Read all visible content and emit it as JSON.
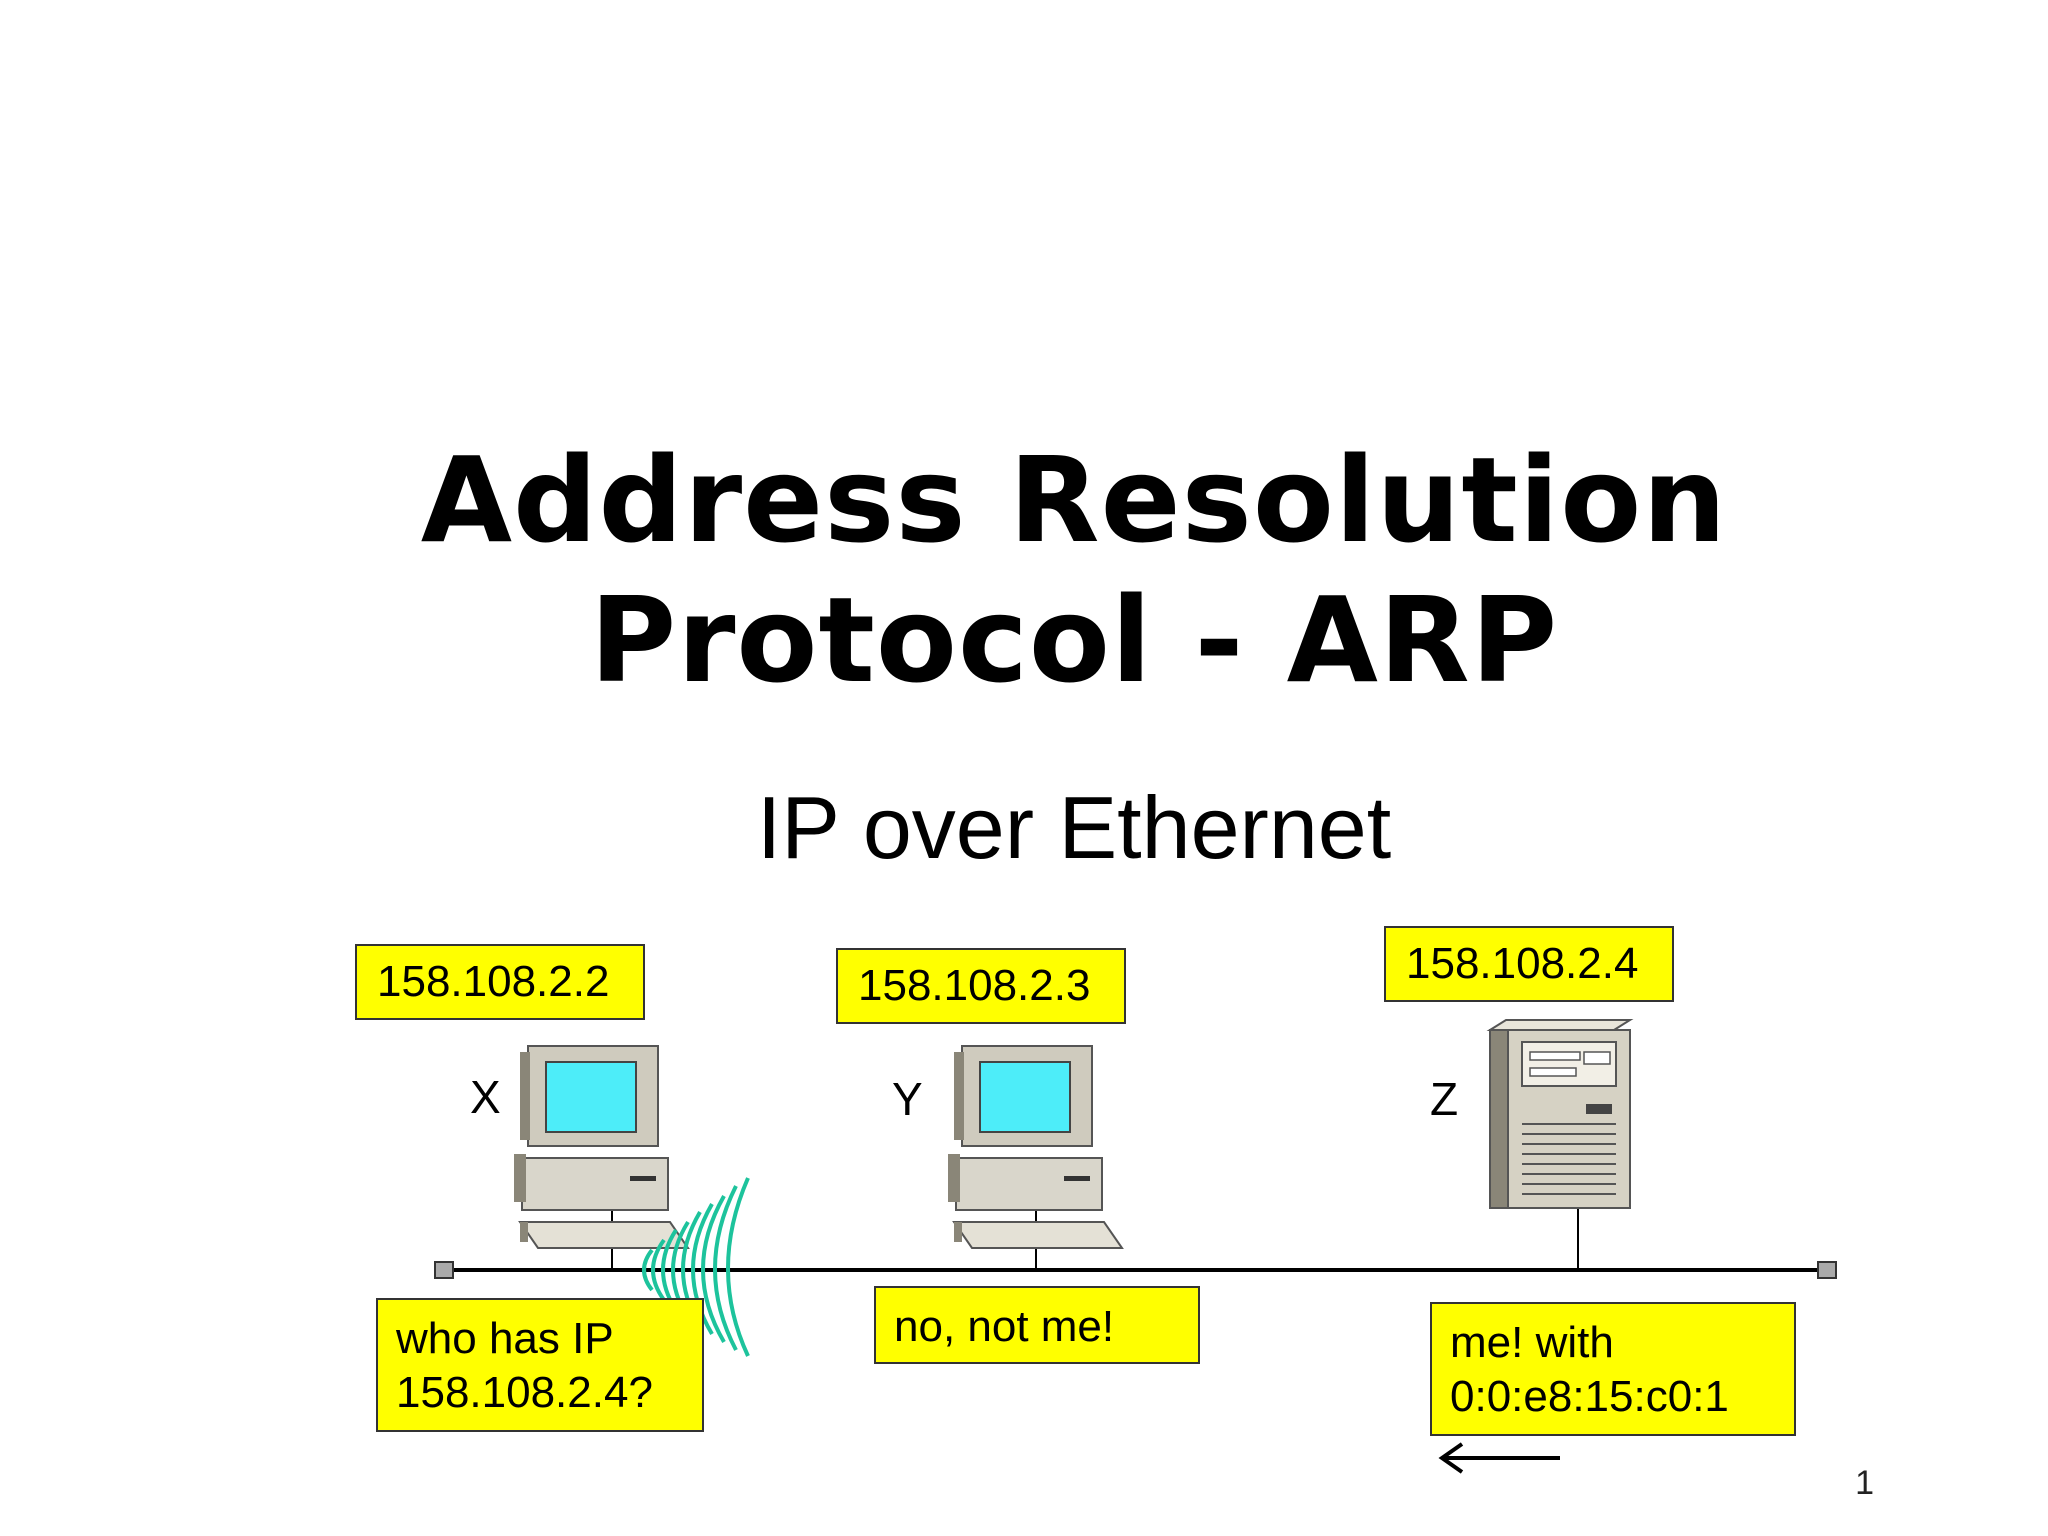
{
  "title": {
    "line1": "Address Resolution",
    "line2": "Protocol - ARP"
  },
  "subtitle": "IP over Ethernet",
  "hosts": [
    {
      "letter": "X",
      "ip": "158.108.2.2",
      "device": "desktop-computer-icon",
      "screen_color": "#4dedf9"
    },
    {
      "letter": "Y",
      "ip": "158.108.2.3",
      "device": "desktop-computer-icon",
      "screen_color": "#4dedf9"
    },
    {
      "letter": "Z",
      "ip": "158.108.2.4",
      "device": "server-tower-icon"
    }
  ],
  "messages": {
    "request": {
      "line1": "who has IP",
      "line2": "158.108.2.4?"
    },
    "reply_y": {
      "line1": "no, not me!"
    },
    "reply_z": {
      "line1": "me! with",
      "line2": "0:0:e8:15:c0:1"
    }
  },
  "signal_color": "#1dc39c",
  "label_color": "#ffff00",
  "page_number": "1"
}
